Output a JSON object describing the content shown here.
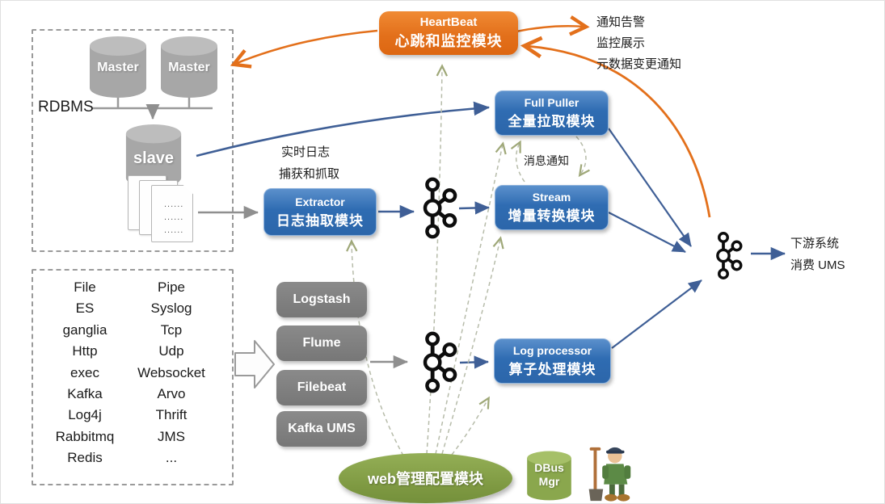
{
  "heartbeat": {
    "en": "HeartBeat",
    "zh": "心跳和监控模块"
  },
  "alerts": [
    "通知告警",
    "监控展示",
    "元数据变更通知"
  ],
  "rdbms": {
    "label": "RDBMS",
    "master1": "Master",
    "master2": "Master",
    "slave": "slave",
    "doc_dots": "......\n......\n......"
  },
  "realtime": {
    "line1": "实时日志",
    "line2": "捕获和抓取"
  },
  "modules": {
    "extractor": {
      "en": "Extractor",
      "zh": "日志抽取模块"
    },
    "full_puller": {
      "en": "Full Puller",
      "zh": "全量拉取模块"
    },
    "stream": {
      "en": "Stream",
      "zh": "增量转换模块"
    },
    "log_processor": {
      "en": "Log processor",
      "zh": "算子处理模块"
    }
  },
  "message_notify": "消息通知",
  "downstream": {
    "line1": "下游系统",
    "line2": "消费 UMS"
  },
  "sources": {
    "col1": [
      "File",
      "ES",
      "ganglia",
      "Http",
      "exec",
      "Kafka",
      "Log4j",
      "Rabbitmq",
      "Redis"
    ],
    "col2": [
      "Pipe",
      "Syslog",
      "Tcp",
      "Udp",
      "Websocket",
      "Arvo",
      "Thrift",
      "JMS",
      "..."
    ]
  },
  "collectors": [
    "Logstash",
    "Flume",
    "Filebeat",
    "Kafka UMS"
  ],
  "web_module": {
    "label": "web管理配置模块"
  },
  "dbus_mgr": {
    "line1": "DBus",
    "line2": "Mgr"
  },
  "icons": {
    "kafka": "kafka-logo-icon",
    "database": "database-cylinder-icon",
    "documents": "document-stack-icon",
    "mascot": "worker-mascot-icon",
    "big_arrow": "hollow-right-arrow-icon"
  },
  "colors": {
    "accent_orange": "#e3701b",
    "accent_blue": "#2f6cb2",
    "box_gray": "#7f7f7f",
    "green": "#7d9841",
    "arrow_blue": "#3f5f96",
    "arrow_gray": "#8f8f8f",
    "arrow_dashed": "#b7bcaa"
  }
}
